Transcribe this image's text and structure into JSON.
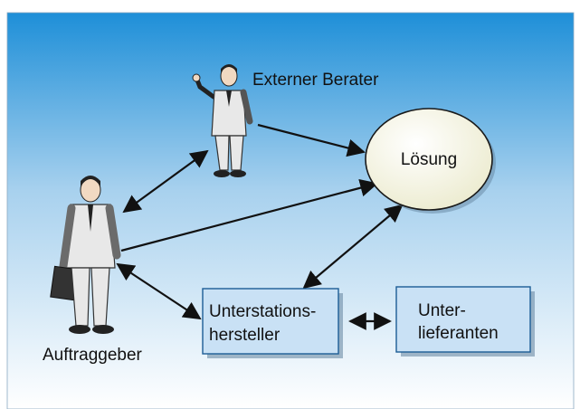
{
  "diagram": {
    "nodes": {
      "external_consultant": {
        "label": "Externer Berater"
      },
      "solution": {
        "label": "Lösung"
      },
      "client": {
        "label": "Auftraggeber"
      },
      "substation_manufacturer": {
        "line1": "Unterstations-",
        "line2": "hersteller"
      },
      "subcontractors": {
        "line1": "Unter-",
        "line2": "lieferanten"
      }
    },
    "edges": [
      {
        "from": "external_consultant",
        "to": "solution",
        "direction": "one-way"
      },
      {
        "from": "client",
        "to": "external_consultant",
        "direction": "two-way"
      },
      {
        "from": "client",
        "to": "solution",
        "direction": "one-way"
      },
      {
        "from": "client",
        "to": "substation_manufacturer",
        "direction": "two-way"
      },
      {
        "from": "substation_manufacturer",
        "to": "solution",
        "direction": "two-way"
      },
      {
        "from": "substation_manufacturer",
        "to": "subcontractors",
        "direction": "two-way"
      }
    ],
    "colors": {
      "gradient_top": "#1e8fd8",
      "gradient_bottom": "#ffffff",
      "box_fill": "#c9e1f5",
      "box_stroke": "#1c5d96",
      "ellipse_fill": "#f5f4de",
      "arrow": "#111111"
    }
  }
}
